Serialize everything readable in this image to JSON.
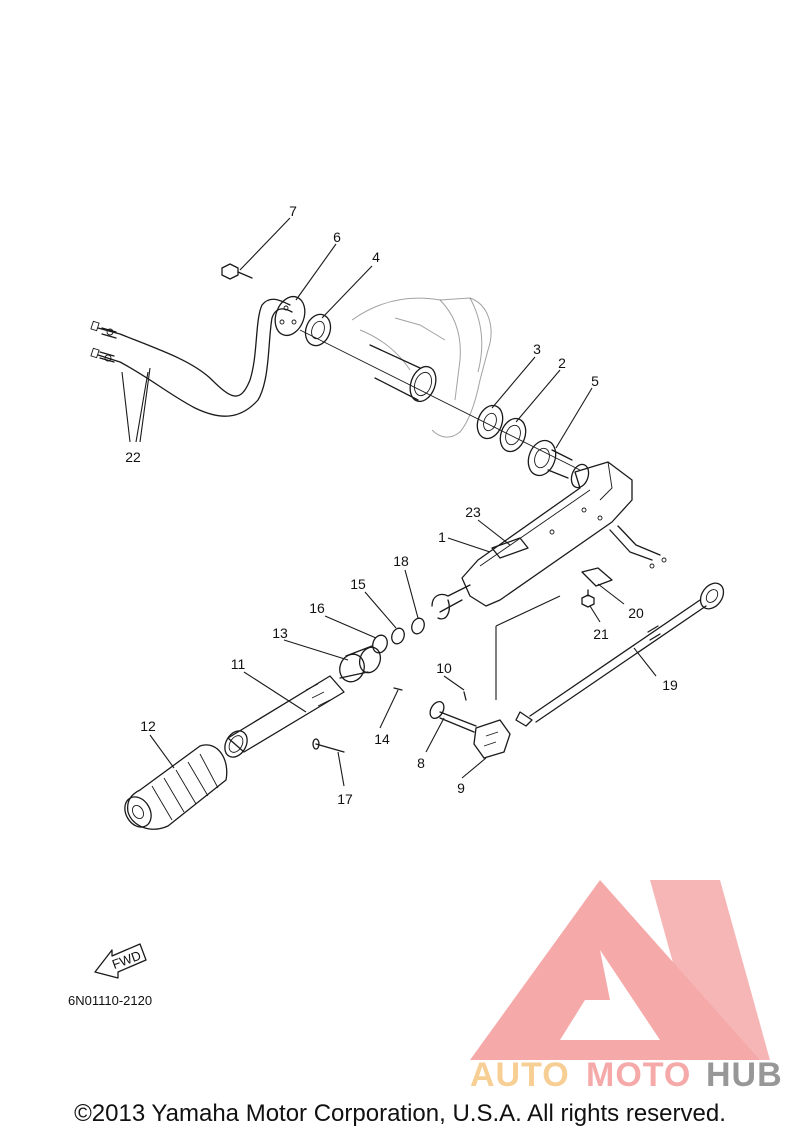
{
  "diagram": {
    "callouts": [
      "1",
      "2",
      "3",
      "4",
      "5",
      "6",
      "7",
      "8",
      "9",
      "10",
      "11",
      "12",
      "13",
      "14",
      "15",
      "16",
      "17",
      "18",
      "19",
      "20",
      "21",
      "22",
      "23"
    ],
    "fwd_label": "FWD",
    "part_code": "6N01110-2120"
  },
  "watermark": {
    "brand_parts": [
      "AUTO",
      "MOTO",
      "HUB"
    ],
    "colors": {
      "triangle": "#f4a0a0",
      "auto": "#f7c989",
      "moto": "#f4a0a0",
      "hub": "#8c8c8c"
    }
  },
  "footer": {
    "copyright": "©2013 Yamaha Motor Corporation, U.S.A. All rights reserved."
  }
}
